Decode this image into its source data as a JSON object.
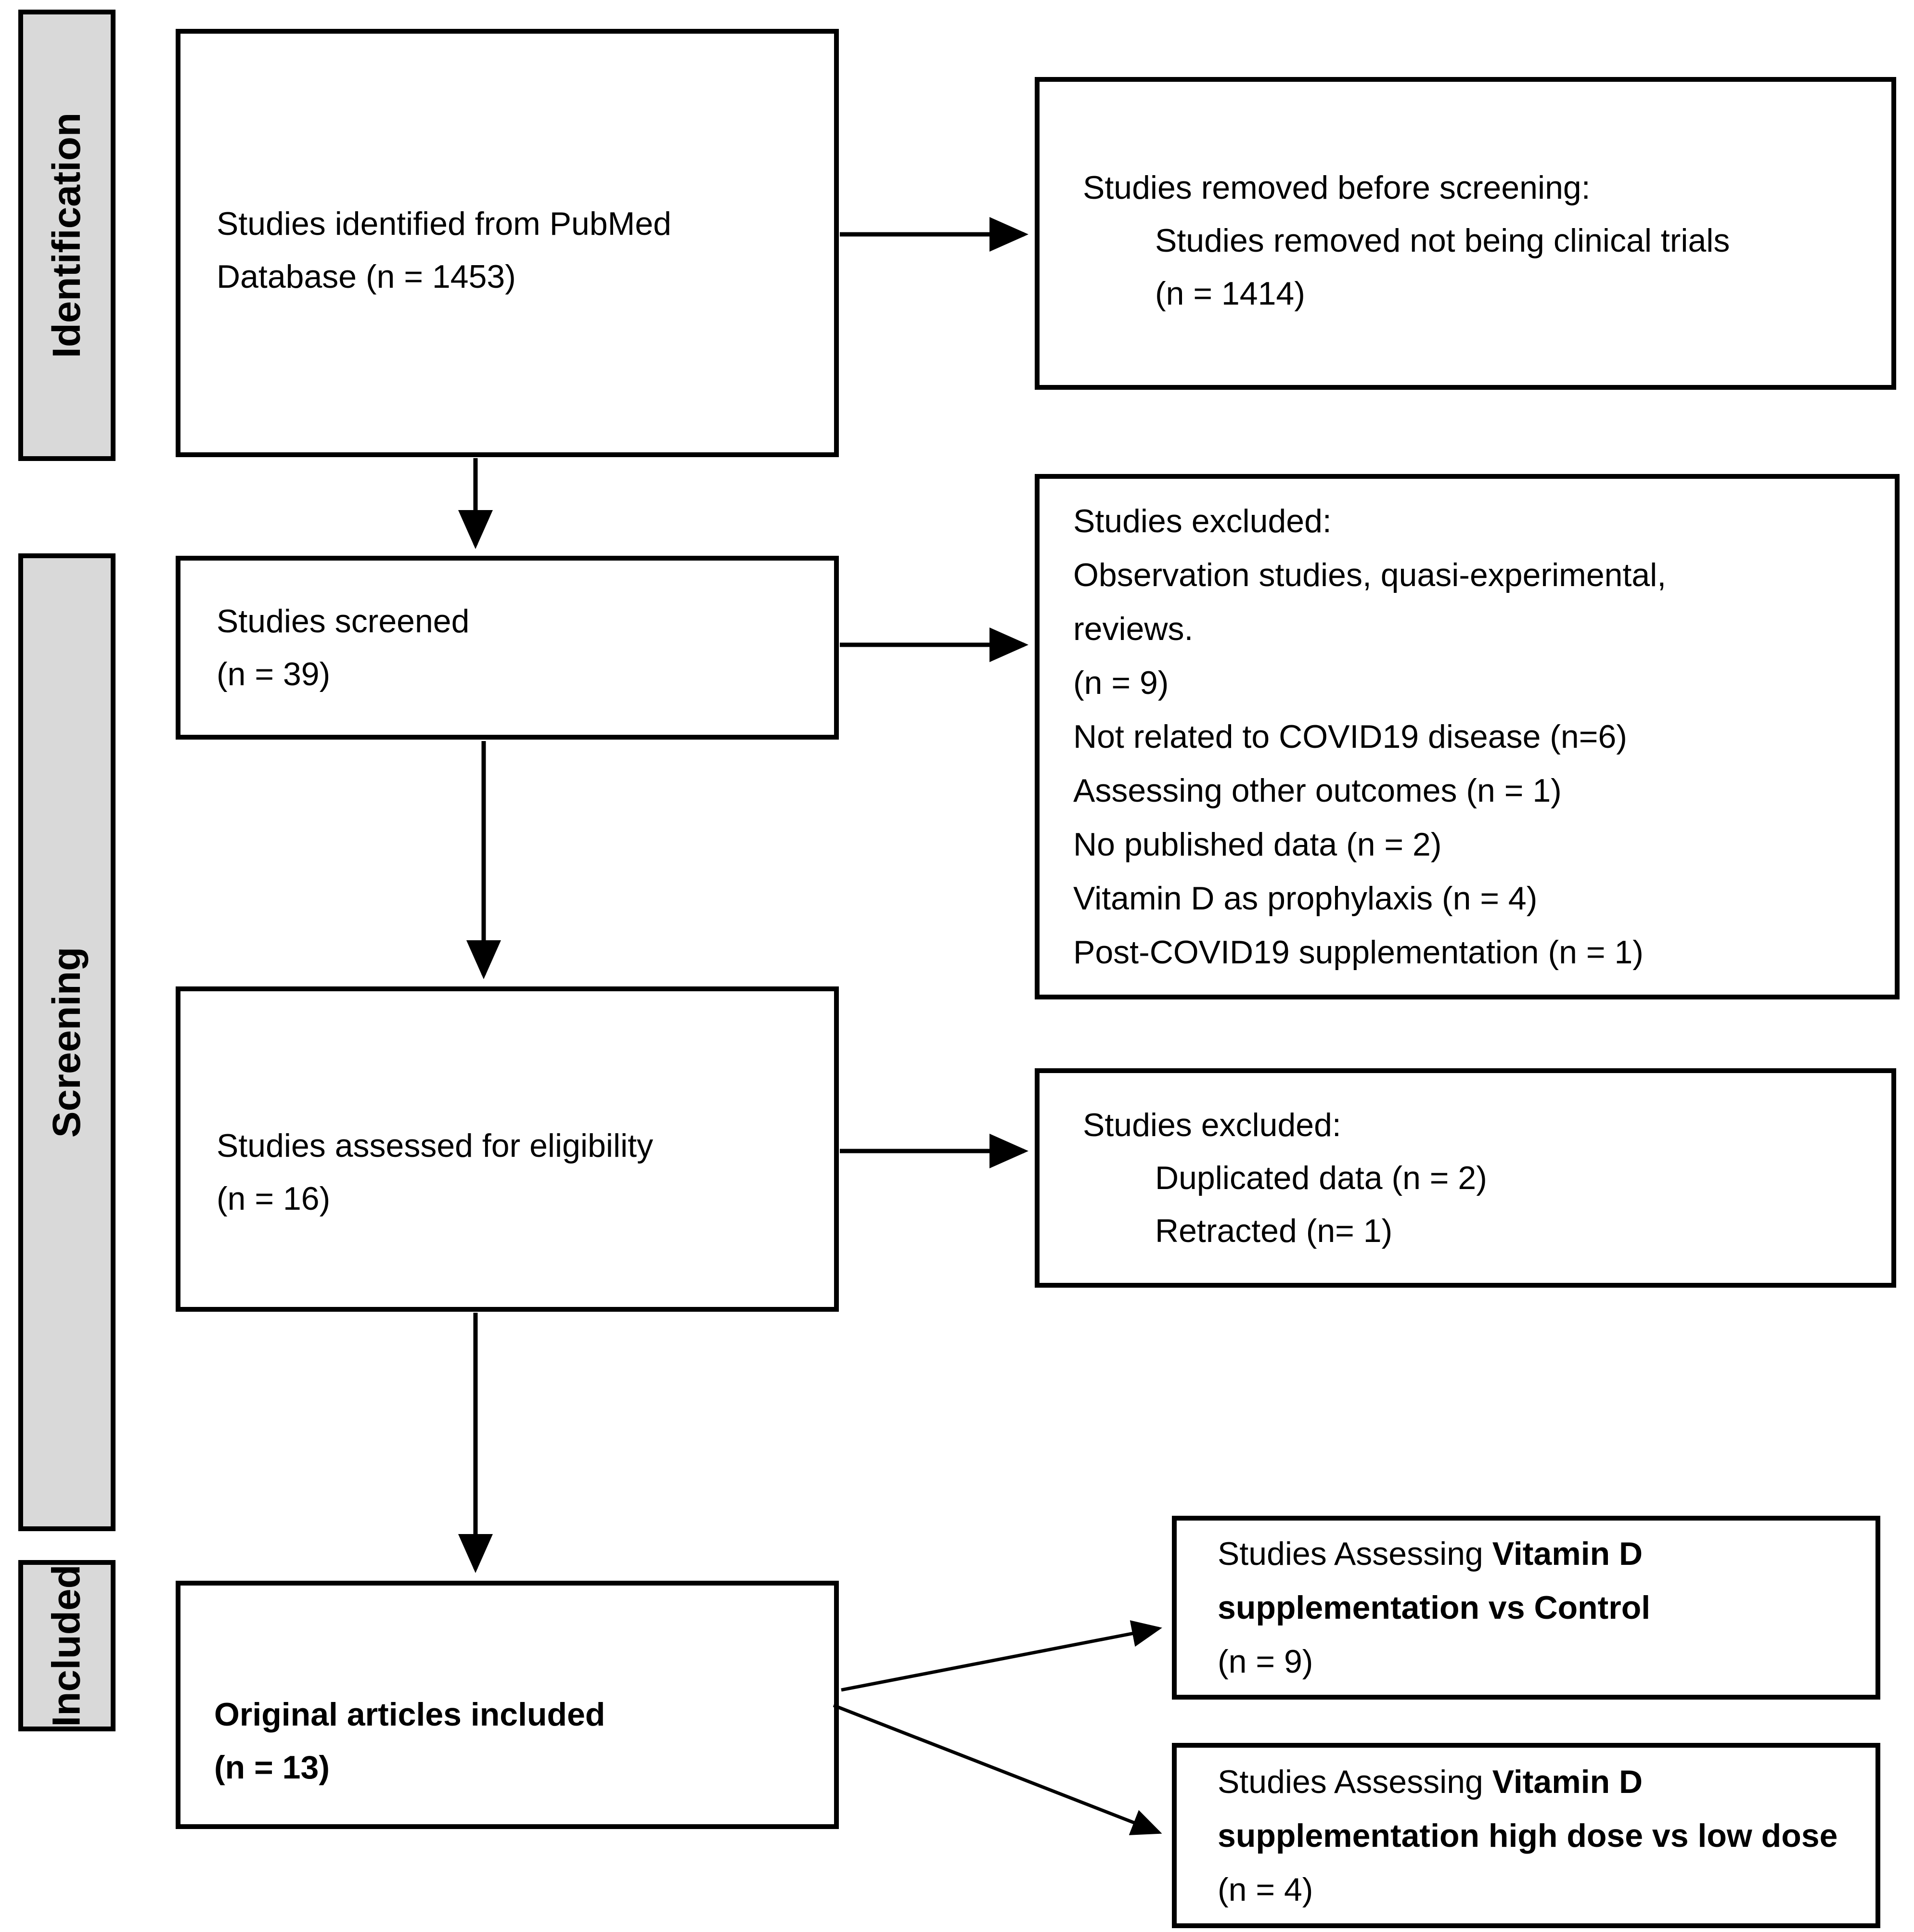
{
  "stages": {
    "identification": "Identification",
    "screening": "Screening",
    "included": "Included"
  },
  "boxes": {
    "identified": {
      "line1": "Studies identified from PubMed",
      "line2": "Database (n = 1453)"
    },
    "removed_before_screening": {
      "title": "Studies removed before screening:",
      "reason": "Studies removed not being clinical trials",
      "count": "(n = 1414)"
    },
    "screened": {
      "line1": "Studies screened",
      "line2": "(n = 39)"
    },
    "excluded_screening": {
      "lines": [
        "Studies excluded:",
        "Observation studies, quasi-experimental,",
        "reviews.",
        "(n = 9)",
        "Not related to COVID19 disease (n=6)",
        "Assessing other outcomes (n = 1)",
        "No published data (n = 2)",
        "Vitamin D as prophylaxis (n = 4)",
        "Post-COVID19 supplementation (n = 1)"
      ]
    },
    "assessed": {
      "line1": "Studies assessed for eligibility",
      "line2": "(n = 16)"
    },
    "excluded_eligibility": {
      "title": "Studies excluded:",
      "reasons": [
        "Duplicated data (n = 2)",
        "Retracted (n= 1)"
      ]
    },
    "included_articles": {
      "line1": "Original articles included",
      "line2": "(n = 13)"
    },
    "vs_control": {
      "prefix": "Studies Assessing ",
      "bold": "Vitamin D supplementation vs Control",
      "count": "(n = 9)"
    },
    "high_vs_low": {
      "prefix": "Studies Assessing ",
      "bold": "Vitamin D supplementation high dose vs low dose",
      "suffix": " (n = 4)"
    }
  },
  "colors": {
    "stage_fill": "#d9d9d9",
    "line": "#000000",
    "background": "#ffffff"
  }
}
